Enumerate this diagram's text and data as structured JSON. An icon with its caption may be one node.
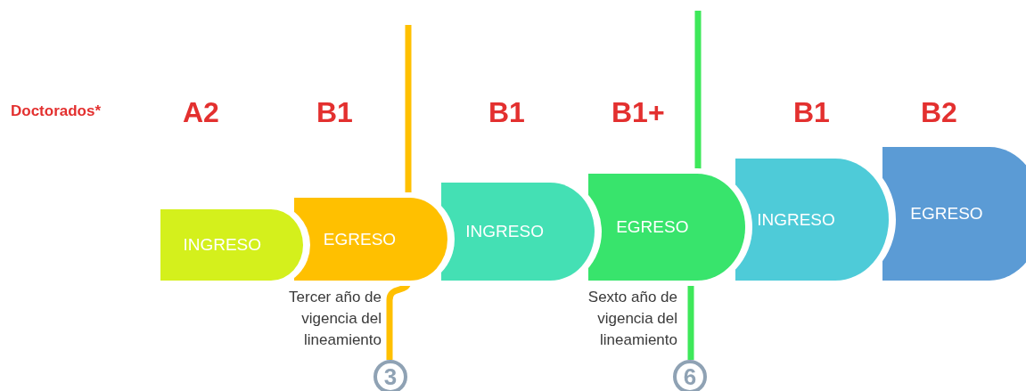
{
  "diagram": {
    "nodes": [
      {
        "text": [
          "INGRESO"
        ]
      },
      {
        "text": [
          "EGRESO"
        ]
      },
      {
        "text": [
          "INGRESO"
        ]
      },
      {
        "text": [
          "EGRESO"
        ]
      },
      {
        "text": [
          "INGRESO"
        ]
      },
      {
        "text": [
          "EGRESO"
        ]
      },
      {
        "text": [
          "3"
        ]
      },
      {
        "text": [
          "6"
        ]
      }
    ],
    "edges": [
      {
        "from": null,
        "to": 6,
        "arrow": "none",
        "color": "#ffc000"
      },
      {
        "from": null,
        "to": 7,
        "arrow": "none",
        "color": "#3ee85a"
      }
    ],
    "labels": [
      "Doctorados*",
      "A2",
      "B1",
      "B1",
      "B1+",
      "B1",
      "B2",
      "Tercer año de vigencia del lineamiento",
      "Sexto año de vigencia del lineamiento"
    ]
  }
}
